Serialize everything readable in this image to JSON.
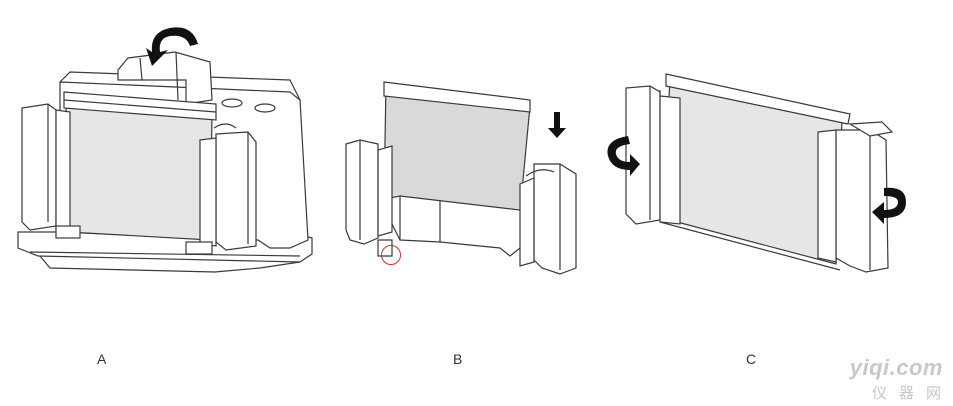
{
  "panels": [
    {
      "caption": "A",
      "illustration": "casting-stand-with-gel-cassette-rotating-lever"
    },
    {
      "caption": "B",
      "illustration": "gel-cassette-inserted-downward-into-clamp-frame"
    },
    {
      "caption": "C",
      "illustration": "clamp-frame-side-levers-rotating-closed"
    }
  ],
  "watermark": {
    "line1": "yiqi.com",
    "line2": "仪器网"
  },
  "colors": {
    "gel_plate": "#e6e6e6",
    "outline": "#3a3a3a",
    "arrow": "#111111",
    "callout": "#d0342c"
  }
}
